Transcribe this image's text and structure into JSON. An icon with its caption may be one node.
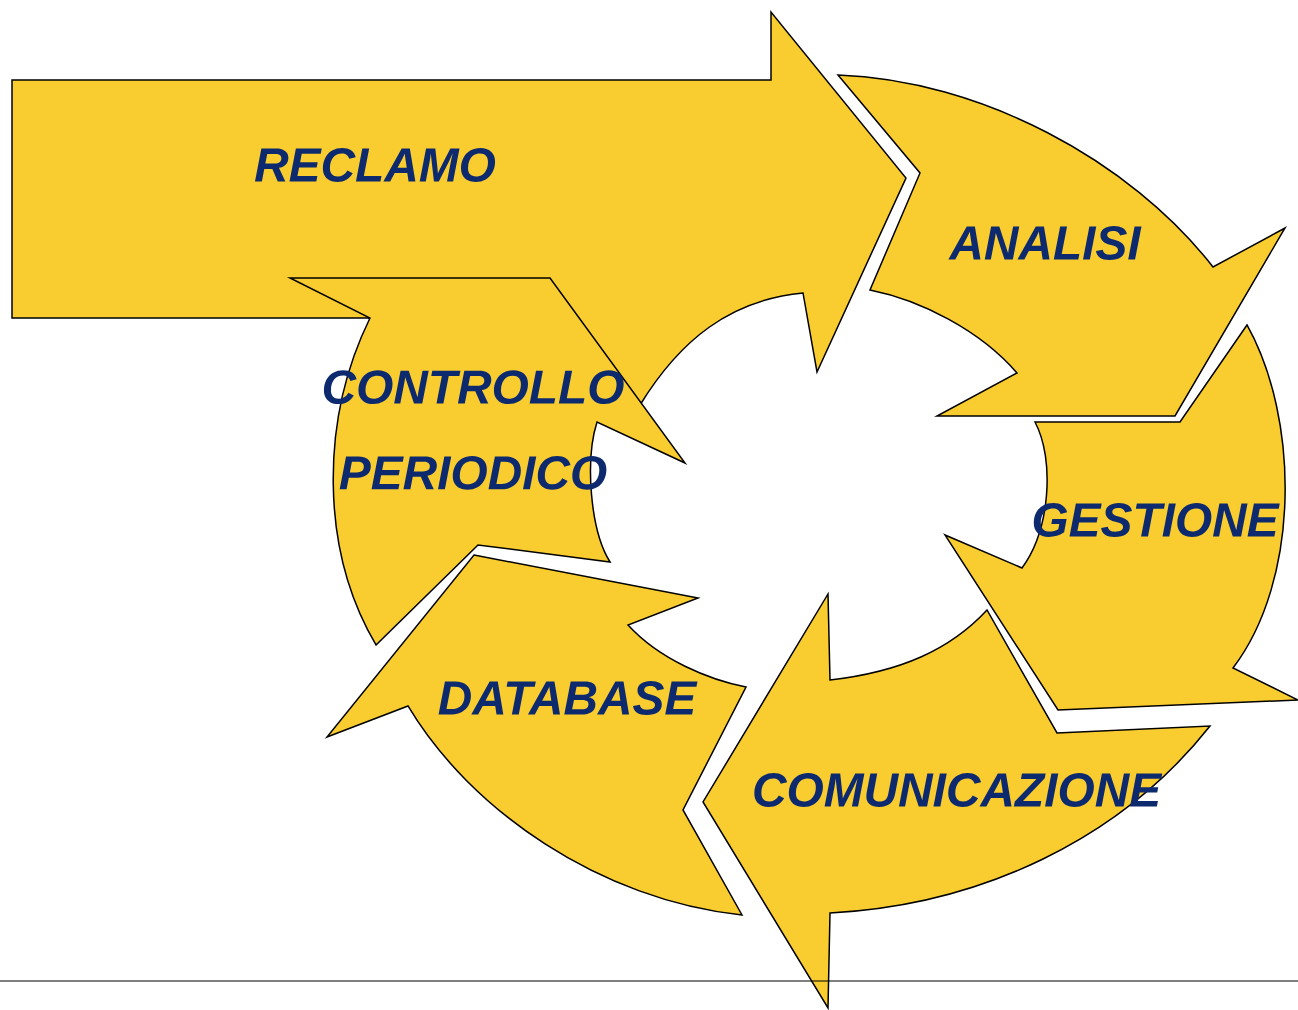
{
  "diagram": {
    "nodes": [
      {
        "text": [
          "RECLAMO"
        ]
      },
      {
        "text": [
          "ANALISI"
        ]
      },
      {
        "text": [
          "GESTIONE"
        ]
      },
      {
        "text": [
          "COMUNICAZIONE"
        ]
      },
      {
        "text": [
          "DATABASE"
        ]
      },
      {
        "text": [
          "CONTROLLO PERIODICO"
        ]
      }
    ]
  }
}
